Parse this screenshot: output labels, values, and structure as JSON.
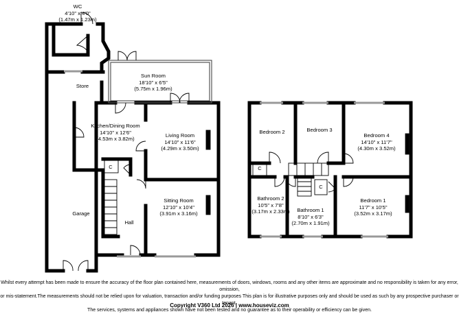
{
  "rooms": {
    "wc": {
      "name": "WC",
      "size_imperial": "4'10\" x 4'0\"",
      "size_metric": "(1.47m x 1.23m)"
    },
    "store": {
      "name": "Store"
    },
    "sun_room": {
      "name": "Sun Room",
      "size_imperial": "18'10\" x 6'5\"",
      "size_metric": "(5.75m x 1.96m)"
    },
    "kitchen": {
      "name": "Kitchen/Dining Room",
      "size_imperial": "14'10\" x 12'6\"",
      "size_metric": "(4.53m x 3.82m)"
    },
    "living_room": {
      "name": "Living Room",
      "size_imperial": "14'10\" x 11'6\"",
      "size_metric": "(4.29m x 3.50m)"
    },
    "sitting_room": {
      "name": "Sitting Room",
      "size_imperial": "12'10\" x 10'4\"",
      "size_metric": "(3.91m x 3.16m)"
    },
    "garage": {
      "name": "Garage"
    },
    "hall": {
      "name": "Hall"
    },
    "cupboard_ground": {
      "name": "C"
    },
    "bedroom2": {
      "name": "Bedroom 2"
    },
    "bedroom3": {
      "name": "Bedroom 3"
    },
    "bedroom4": {
      "name": "Bedroom 4",
      "size_imperial": "14'10\" x 11'7\"",
      "size_metric": "(4.30m x 3.52m)"
    },
    "bathroom2": {
      "name": "Bathroom 2",
      "size_imperial": "10'5\" x 7'8\"",
      "size_metric": "(3.17m x 2.33m)"
    },
    "bathroom1": {
      "name": "Bathroom 1",
      "size_imperial": "8'10\" x 6'3\"",
      "size_metric": "(2.70m x 1.91m)"
    },
    "bedroom1": {
      "name": "Bedroom 1",
      "size_imperial": "11'7\" x 10'5\"",
      "size_metric": "(3.52m x 3.17m)"
    },
    "cupboard_first_a": {
      "name": "C"
    },
    "cupboard_first_b": {
      "name": "C"
    }
  },
  "footer": {
    "disclaimer_line1": "Whilst every attempt has been made to ensure the accuracy of the floor plan contained here, measurements of doors, windows, rooms and any other items are approximate and no responsibility is taken for any error, omission,",
    "disclaimer_line2": "or mis-statement.The measurements should not be relied upon for valuation, transaction and/or funding purposes This plan is for illustrative purposes only and should be used as such by any prospective purchaser or tenant.",
    "disclaimer_line3": "The services, systems and appliances shown have not been tested and no guarantee as to their operability or efficiency can be given.",
    "copyright": "Copyright V360 Ltd 2026 | www.houseviz.com"
  },
  "colors": {
    "wall": "#000000",
    "window": "#9a9a9a",
    "background": "#ffffff"
  }
}
